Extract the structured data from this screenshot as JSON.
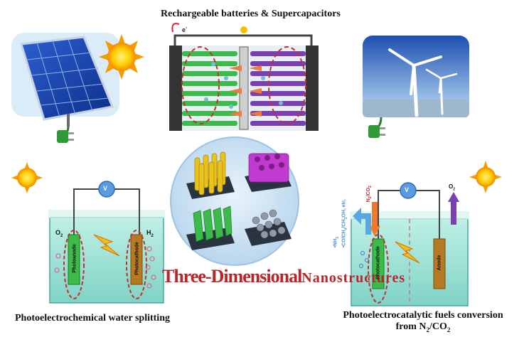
{
  "top_title": "Rechargeable batteries & Supercapacitors",
  "electron_label": "e",
  "electron_sup": "-",
  "center_title_part1": "Three-Dimensional",
  "center_title_part2": "Nanostructures",
  "left_panel": {
    "voltmeter": "V",
    "o2": "O",
    "o2_sub": "2",
    "h2": "H",
    "h2_sub": "2",
    "photoanode": "Photoanode",
    "photocathode": "Photocathode",
    "caption": "Photoelectrochemical water splitting"
  },
  "right_panel": {
    "voltmeter": "V",
    "n2co2_top": "N",
    "n2co2_sub1": "2",
    "n2co2_mid": "/CO",
    "n2co2_sub2": "2",
    "o2": "O",
    "o2_sub": "2",
    "photocathode": "Photocathode",
    "anode": "Anode",
    "products_line1": "•NH",
    "products_line1_sub": "3",
    "products_line2": "•CO/CH",
    "products_line2_sub": "4",
    "products_line2_rest": "/CH",
    "products_line2_sub2": "3",
    "products_line2_end": "OH, etc.",
    "caption_line1": "Photoelectrocatalytic fuels conversion",
    "caption_line2_a": "from N",
    "caption_line2_sub1": "2",
    "caption_line2_b": "/CO",
    "caption_line2_sub2": "2"
  },
  "colors": {
    "green_electrode": "#3dbb4a",
    "purple_electrode": "#7a3fb0",
    "cell_water": "#9fe0d6",
    "voltmeter": "#5b9ae0",
    "title_red": "#b8262a",
    "sun": "#f7b500"
  }
}
